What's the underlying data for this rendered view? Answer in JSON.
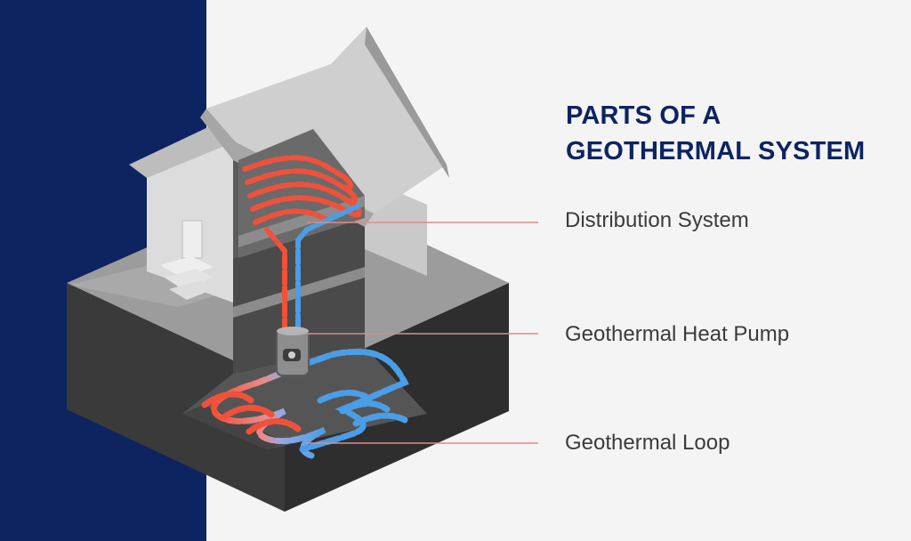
{
  "title": {
    "line1": "PARTS OF A",
    "line2": "GEOTHERMAL SYSTEM"
  },
  "callouts": [
    {
      "label": "Distribution System"
    },
    {
      "label": "Geothermal Heat Pump"
    },
    {
      "label": "Geothermal Loop"
    }
  ],
  "colors": {
    "navy": "#0d2461",
    "background": "#f4f4f4",
    "hot_pipe": "#f0513a",
    "cold_pipe": "#4a9de6",
    "leader_line": "#e08a8a"
  }
}
